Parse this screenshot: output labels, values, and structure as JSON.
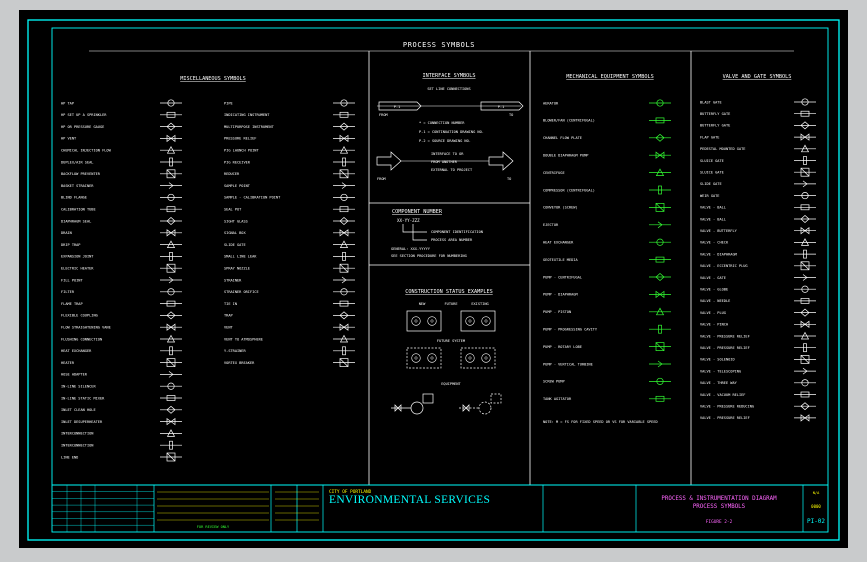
{
  "sheet": {
    "title": "PROCESS SYMBOLS",
    "sections": {
      "misc": "MISCELLANEOUS SYMBOLS",
      "interface": "INTERFACE SYMBOLS",
      "mechanical": "MECHANICAL EQUIPMENT SYMBOLS",
      "valve": "VALVE AND GATE SYMBOLS",
      "component": "COMPONENT NUMBER",
      "construction": "CONSTRUCTION STATUS EXAMPLES"
    }
  },
  "misc_left_labels": [
    "HP TAP",
    "HP SET UP A SPRINKLER",
    "HP OR PRESSURE GAUGE",
    "HP VENT",
    "CHEMICAL INJECTION FLOW",
    "DUPLEX/AIR SEAL",
    "BACKFLOW PREVENTER",
    "BASKET STRAINER",
    "BLIND FLANGE",
    "CALIBRATION TUBE",
    "DIAPHRAGM SEAL",
    "DRAIN",
    "DRIP TRAP",
    "EXPANSION JOINT",
    "ELECTRIC HEATER",
    "FILL POINT",
    "FILTER",
    "FLAME TRAP",
    "FLEXIBLE COUPLING",
    "FLOW STRAIGHTENING VANE",
    "FLUSHING CONNECTION",
    "HEAT EXCHANGER",
    "HEATER",
    "HOSE ADAPTER",
    "IN-LINE SILENCER",
    "IN-LINE STATIC MIXER",
    "INLET CLEAN HOLE",
    "INLET DESUPERHEATER",
    "INTERCONNECTION",
    "INTERCONNECTION",
    "LINE END"
  ],
  "misc_right_labels": [
    "PIPE",
    "INDICATING INSTRUMENT",
    "MULTIPURPOSE INSTRUMENT",
    "PRESSURE RELIEF",
    "PIG LAUNCH POINT",
    "PIG RECEIVER",
    "REDUCER",
    "SAMPLE POINT",
    "SAMPLE - CALIBRATION POINT",
    "SEAL POT",
    "SIGHT GLASS",
    "SIGNAL BOX",
    "SLIDE GATE",
    "SMALL LINE LEAK",
    "SPRAY NOZZLE",
    "STRAINER",
    "STRAINER ORIFICE",
    "TIE IN",
    "TRAP",
    "VENT",
    "VENT TO ATMOSPHERE",
    "Y-STRAINER",
    "VORTEX BREAKER"
  ],
  "interface": {
    "tie_caption": "SET LINE CONNECTIONS",
    "flag_left": "P-1",
    "flag_right": "P-1",
    "label_from": "FROM",
    "label_to": "TO",
    "legend": [
      "* = CONNECTION NUMBER",
      "P-1 = CONTINUATION DRAWING NO.",
      "P-2 = SOURCE DRAWING NO."
    ],
    "arrow_note_1": "INTERFACE TO OR",
    "arrow_note_2": "FROM ANOTHER",
    "arrow_note_3": "EXTERNAL TO PROJECT",
    "label_in": "FROM",
    "label_out": "TO"
  },
  "component": {
    "number": "XX-YY-ZZZ",
    "line1": "COMPONENT IDENTIFICATION",
    "line2": "PROCESS AREA NUMBER",
    "line3": "GENERAL: XXX-YYYYY",
    "line4": "SEE SECTION PROCEDURE FOR NUMBERING"
  },
  "construction": {
    "col_new": "NEW",
    "col_future": "FUTURE",
    "col_existing": "EXISTING",
    "caption_mid": "FUTURE SYSTEM",
    "caption_bottom": "EQUIPMENT"
  },
  "mechanical_labels": [
    "AERATOR",
    "BLOWER/FAN (CENTRIFUGAL)",
    "CHANNEL FLOW PLATE",
    "DOUBLE DIAPHRAGM PUMP",
    "CENTRIFUGE",
    "COMPRESSOR (CENTRIFUGAL)",
    "CONVEYOR (SCREW)",
    "EJECTOR",
    "HEAT EXCHANGER",
    "GEOTEXTILE MEDIA",
    "PUMP - CENTRIFUGAL",
    "PUMP - DIAPHRAGM",
    "PUMP - PISTON",
    "PUMP - PROGRESSING CAVITY",
    "PUMP - ROTARY LOBE",
    "PUMP - VERTICAL TURBINE",
    "SCREW PUMP",
    "TANK AGITATOR"
  ],
  "mechanical_note": "NOTE:  M = FS FOR FIXED SPEED OR VS FOR VARIABLE SPEED",
  "valve_labels": [
    "BLAST GATE",
    "BUTTERFLY GATE",
    "BUTTERFLY GATE",
    "FLAP GATE",
    "PEDESTAL MOUNTED GATE",
    "SLUICE GATE",
    "SLUICE GATE",
    "SLIDE GATE",
    "WEIR GATE",
    "VALVE - BALL",
    "VALVE - BALL",
    "VALVE - BUTTERFLY",
    "VALVE - CHECK",
    "VALVE - DIAPHRAGM",
    "VALVE - ECCENTRIC PLUG",
    "VALVE - GATE",
    "VALVE - GLOBE",
    "VALVE - NEEDLE",
    "VALVE - PLUG",
    "VALVE - PINCH",
    "VALVE - PRESSURE RELIEF",
    "VALVE - PRESSURE RELIEF",
    "VALVE - SOLENOID",
    "VALVE - TELESCOPING",
    "VALVE - THREE WAY",
    "VALVE - VACUUM RELIEF",
    "VALVE - PRESSURE REDUCING",
    "VALVE - PRESSURE RELIEF"
  ],
  "title_block": {
    "org_small": "CITY OF PORTLAND",
    "org_large": "ENVIRONMENTAL SERVICES",
    "diagram_line1": "PROCESS & INSTRUMENTATION DIAGRAM",
    "diagram_line2": "PROCESS SYMBOLS",
    "figure": "FIGURE 2-2",
    "sheet_no": "PI-02",
    "revision": "0000",
    "approval": "FOR REVIEW ONLY",
    "standard": "N/A"
  },
  "colors": {
    "frame": "#00ffff",
    "text": "#ffffff",
    "accent_yellow": "#ffff00",
    "accent_magenta": "#ff66ff",
    "symbol_green": "#33ff33"
  }
}
